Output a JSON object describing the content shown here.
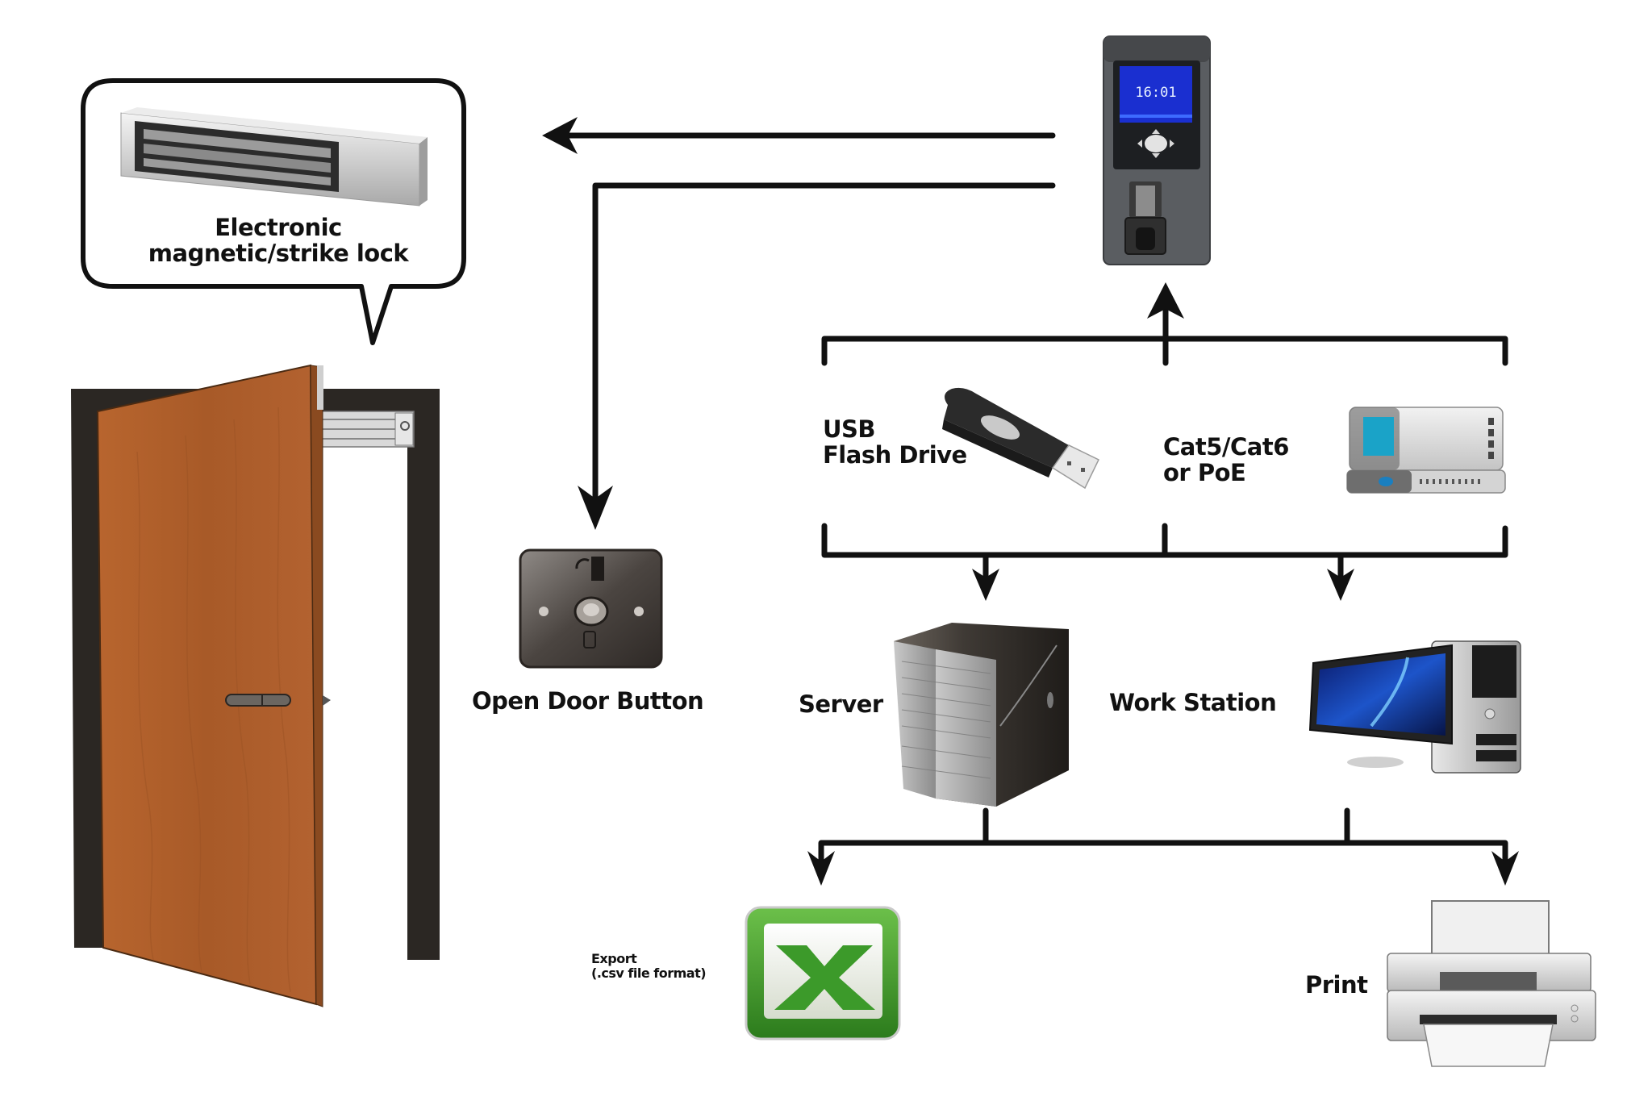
{
  "diagram": {
    "title": "Access control system overview",
    "nodes": {
      "lock": {
        "label_line1": "Electronic",
        "label_line2": "magnetic/strike lock",
        "icon": "magnetic-lock-icon"
      },
      "door": {
        "icon": "door-icon"
      },
      "terminal": {
        "icon": "biometric-terminal-icon",
        "screen_time": "16:01"
      },
      "open_door_button": {
        "label": "Open Door Button",
        "icon": "exit-button-icon"
      },
      "usb": {
        "label_line1": "USB",
        "label_line2": "Flash Drive",
        "icon": "usb-flash-drive-icon"
      },
      "network": {
        "label_line1": "Cat5/Cat6",
        "label_line2": "or PoE",
        "icon": "network-switch-icon"
      },
      "server": {
        "label": "Server",
        "icon": "server-tower-icon"
      },
      "workstation": {
        "label": "Work Station",
        "icon": "workstation-computer-icon"
      },
      "export": {
        "label": "Export",
        "sublabel": "(.csv file format)",
        "icon": "spreadsheet-icon"
      },
      "print": {
        "label": "Print",
        "icon": "printer-icon"
      }
    },
    "edges": [
      {
        "from": "terminal",
        "to": "lock"
      },
      {
        "from": "terminal",
        "to": "open_door_button"
      },
      {
        "from": "usb",
        "to": "terminal"
      },
      {
        "from": "network",
        "to": "terminal"
      },
      {
        "from": "usb",
        "to": "server"
      },
      {
        "from": "network",
        "to": "workstation"
      },
      {
        "from": "server",
        "to": "export"
      },
      {
        "from": "workstation",
        "to": "print"
      }
    ],
    "colors": {
      "line": "#111111",
      "door_wood": "#b0602c",
      "door_frame": "#2b2723",
      "terminal_body": "#55585c",
      "screen_blue": "#1a2fd0",
      "excel_green": "#3c9a2a",
      "switch_blue": "#1aa3c8"
    }
  }
}
